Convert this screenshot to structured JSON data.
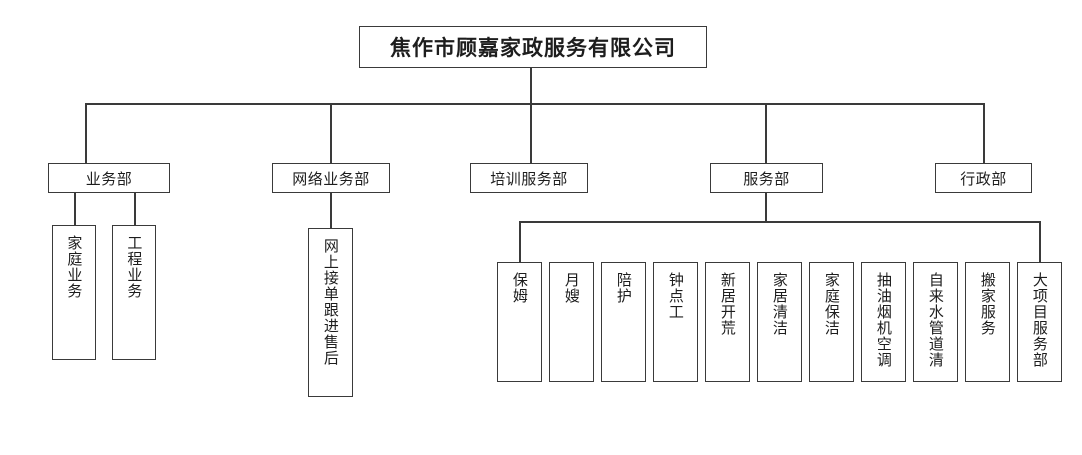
{
  "chart_data": {
    "type": "diagram",
    "diagram_type": "organizational-chart",
    "title": "焦作市顾嘉家政服务有限公司",
    "orientation": "top-down",
    "levels": 3,
    "nodes": [
      {
        "id": "root",
        "label": "焦作市顾嘉家政服务有限公司",
        "level": 0,
        "text_orientation": "horizontal"
      },
      {
        "id": "d1",
        "label": "业务部",
        "level": 1,
        "text_orientation": "horizontal",
        "parent": "root"
      },
      {
        "id": "d2",
        "label": "网络业务部",
        "level": 1,
        "text_orientation": "horizontal",
        "parent": "root"
      },
      {
        "id": "d3",
        "label": "培训服务部",
        "level": 1,
        "text_orientation": "horizontal",
        "parent": "root"
      },
      {
        "id": "d4",
        "label": "服务部",
        "level": 1,
        "text_orientation": "horizontal",
        "parent": "root"
      },
      {
        "id": "d5",
        "label": "行政部",
        "level": 1,
        "text_orientation": "horizontal",
        "parent": "root"
      },
      {
        "id": "l1",
        "label": "家庭业务",
        "level": 2,
        "text_orientation": "vertical",
        "parent": "d1"
      },
      {
        "id": "l2",
        "label": "工程业务",
        "level": 2,
        "text_orientation": "vertical",
        "parent": "d1"
      },
      {
        "id": "l3",
        "label": "网上接单跟进售后",
        "level": 2,
        "text_orientation": "vertical",
        "parent": "d2"
      },
      {
        "id": "l4",
        "label": "保姆",
        "level": 2,
        "text_orientation": "vertical",
        "parent": "d4"
      },
      {
        "id": "l5",
        "label": "月嫂",
        "level": 2,
        "text_orientation": "vertical",
        "parent": "d4"
      },
      {
        "id": "l6",
        "label": "陪护",
        "level": 2,
        "text_orientation": "vertical",
        "parent": "d4"
      },
      {
        "id": "l7",
        "label": "钟点工",
        "level": 2,
        "text_orientation": "vertical",
        "parent": "d4"
      },
      {
        "id": "l8",
        "label": "新居开荒",
        "level": 2,
        "text_orientation": "vertical",
        "parent": "d4"
      },
      {
        "id": "l9",
        "label": "家居清洁",
        "level": 2,
        "text_orientation": "vertical",
        "parent": "d4"
      },
      {
        "id": "l10",
        "label": "家庭保洁",
        "level": 2,
        "text_orientation": "vertical",
        "parent": "d4"
      },
      {
        "id": "l11",
        "label": "抽油烟机空调",
        "level": 2,
        "text_orientation": "vertical",
        "parent": "d4"
      },
      {
        "id": "l12",
        "label": "自来水管道清",
        "level": 2,
        "text_orientation": "vertical",
        "parent": "d4"
      },
      {
        "id": "l13",
        "label": "搬家服务",
        "level": 2,
        "text_orientation": "vertical",
        "parent": "d4"
      },
      {
        "id": "l14",
        "label": "大项目服务部",
        "level": 2,
        "text_orientation": "vertical",
        "parent": "d4"
      }
    ]
  },
  "root": {
    "title": "焦作市顾嘉家政服务有限公司"
  },
  "departments": [
    {
      "label": "业务部"
    },
    {
      "label": "网络业务部"
    },
    {
      "label": "培训服务部"
    },
    {
      "label": "服务部"
    },
    {
      "label": "行政部"
    }
  ],
  "business_unit_children": [
    {
      "label": "家庭业务"
    },
    {
      "label": "工程业务"
    }
  ],
  "network_unit_children": [
    {
      "label": "网上接单跟进售后"
    }
  ],
  "service_unit_children": [
    {
      "label": "保姆"
    },
    {
      "label": "月嫂"
    },
    {
      "label": "陪护"
    },
    {
      "label": "钟点工"
    },
    {
      "label": "新居开荒"
    },
    {
      "label": "家居清洁"
    },
    {
      "label": "家庭保洁"
    },
    {
      "label": "抽油烟机空调"
    },
    {
      "label": "自来水管道清"
    },
    {
      "label": "搬家服务"
    },
    {
      "label": "大项目服务部"
    }
  ],
  "colors": {
    "border": "#3a3a3a",
    "text": "#1d1d1d",
    "background": "#ffffff"
  }
}
